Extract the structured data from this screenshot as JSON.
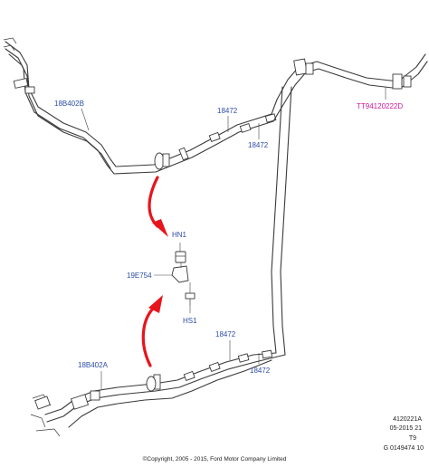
{
  "callouts": {
    "upper_left_hose": "18B402B",
    "upper_clip_a": "18472",
    "upper_clip_b": "18472",
    "tool_number": "TT94120222D",
    "nut": "HN1",
    "bracket": "19E754",
    "screw": "HS1",
    "lower_clip_a": "18472",
    "lower_clip_b": "18472",
    "lower_left_hose": "18B402A"
  },
  "drawing_info": {
    "illustration_id": "4120221A",
    "date": "05-2015 21",
    "code": "T9",
    "graphic_number": "G 0149474 10"
  },
  "copyright": "©Copyright, 2005 - 2015, Ford Motor Company Limited",
  "colors": {
    "callout_text": "#2c4ca8",
    "tool_callout_text": "#d0169a",
    "arrow": "#e8141c",
    "line_art": "#3a3a3a"
  }
}
